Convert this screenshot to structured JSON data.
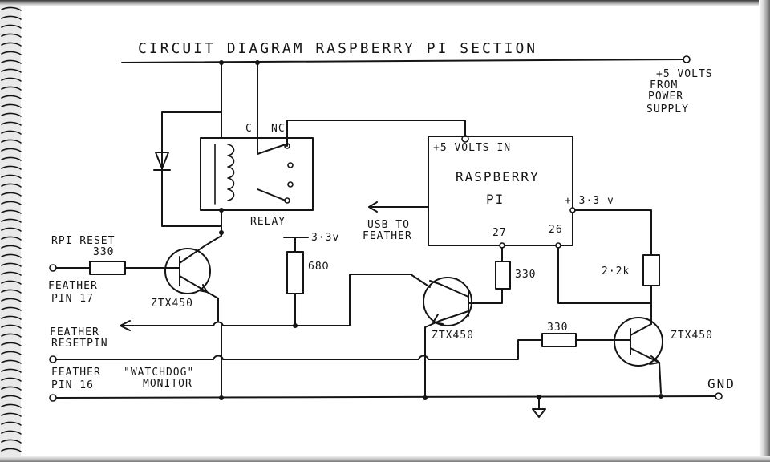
{
  "title": "CIRCUIT DIAGRAM RASPBERRY PI SECTION",
  "labels": {
    "supply": "+5 VOLTS",
    "supply_from": "FROM",
    "supply_power": "POWER",
    "supply_supply": "SUPPLY",
    "relay_c": "C",
    "relay_nc": "NC",
    "relay": "RELAY",
    "pi_5v": "+5 VOLTS IN",
    "pi_name_1": "RASPBERRY",
    "pi_name_2": "PI",
    "pi_33": "+ 3·3 v",
    "pi_27": "27",
    "pi_26": "26",
    "usb_1": "USB TO",
    "usb_2": "FEATHER",
    "rpi_reset": "RPI RESET",
    "r330_a": "330",
    "r330_b": "330",
    "r330_c": "330",
    "r68": "68Ω",
    "r22k": "2·2k",
    "v33_ref": "3·3v",
    "feather_pin17_a": "FEATHER",
    "feather_pin17_b": "PIN 17",
    "ztx_a": "ZTX450",
    "ztx_b": "ZTX450",
    "ztx_c": "ZTX450",
    "feather_reset_a": "FEATHER",
    "feather_reset_b": "RESETPIN",
    "feather_pin16_a": "FEATHER",
    "feather_pin16_b": "PIN 16",
    "watchdog_a": "\"WATCHDOG\"",
    "watchdog_b": "MONITOR",
    "gnd": "GND"
  }
}
